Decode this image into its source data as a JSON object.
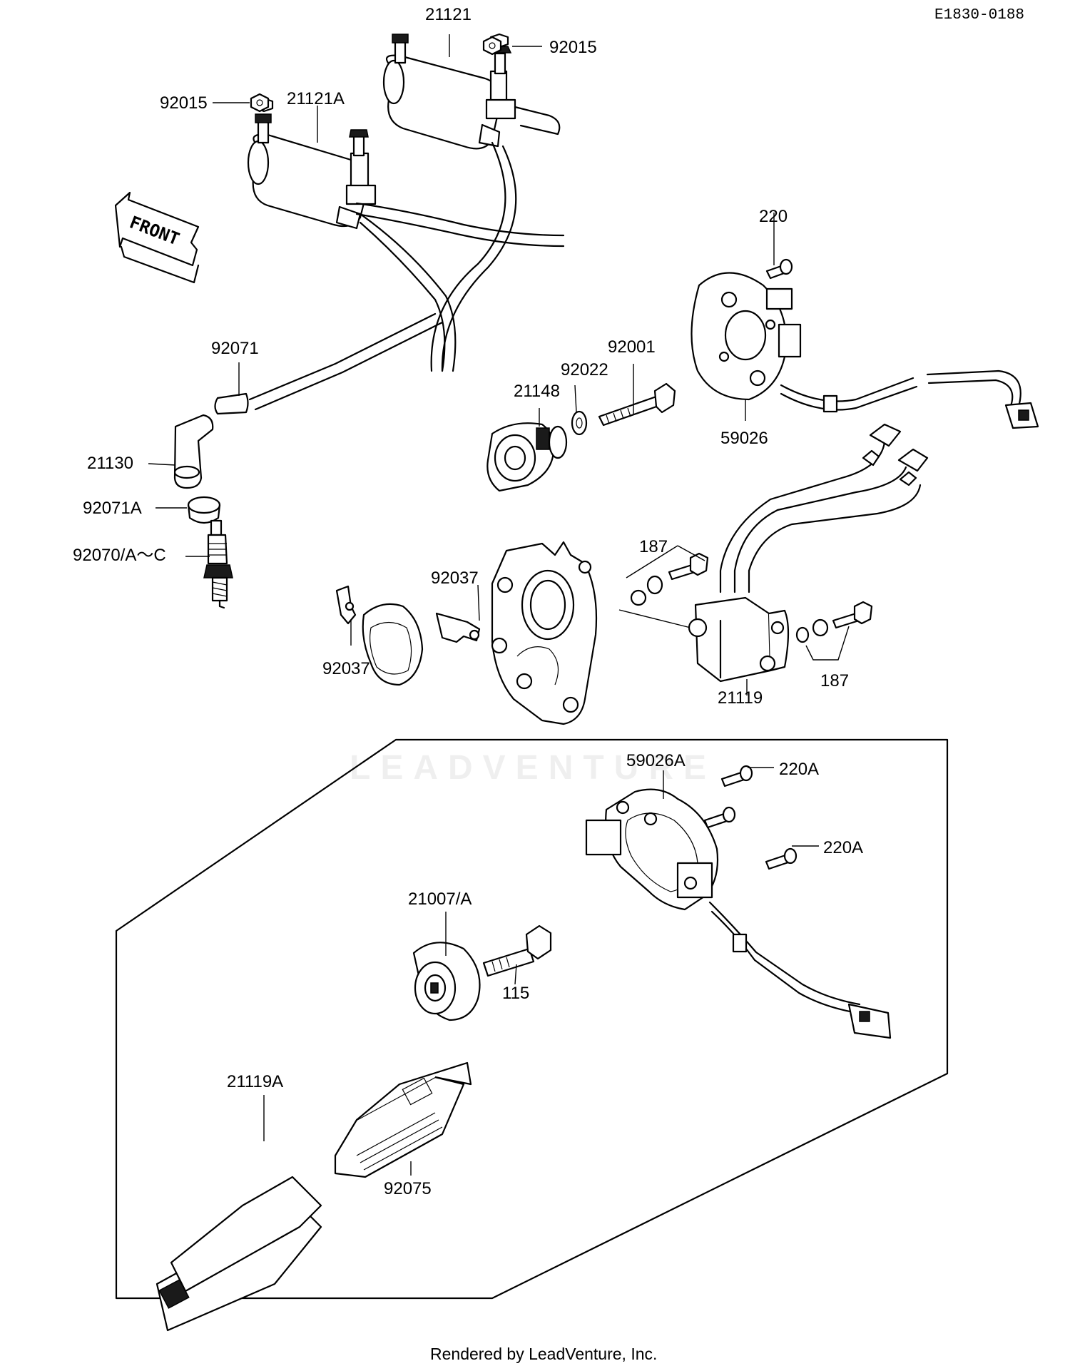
{
  "header": {
    "doc_number": "E1830-0188"
  },
  "orientation": {
    "front_label": "FRONT"
  },
  "watermark": {
    "text": "LEADVENTURE"
  },
  "footer": {
    "rendered_by": "Rendered by LeadVenture, Inc."
  },
  "callouts": {
    "coil_right": "21121",
    "nut_right": "92015",
    "nut_left": "92015",
    "coil_left": "21121A",
    "stator_screw": "220",
    "cable": "92071",
    "spark_bolt": "92001",
    "washer": "92022",
    "timer": "21148",
    "stator": "59026",
    "cap": "21130",
    "cap_seal": "92071A",
    "plug": "92070/A～C",
    "reg_bolts_top": "187",
    "clamp_right": "92037",
    "clamp_left": "92037",
    "reg_bolts_bottom": "187",
    "regulator": "21119",
    "stator_alt": "59026A",
    "screw_alt_1": "220A",
    "screw_alt_2": "220A",
    "rotor": "21007/A",
    "rotor_bolt": "115",
    "igniter": "21119A",
    "igniter_cover": "92075"
  }
}
